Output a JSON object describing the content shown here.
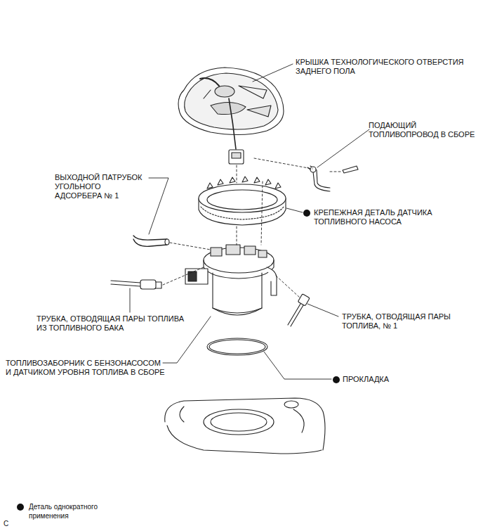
{
  "diagram": {
    "labels": [
      "КРЫШКА ТЕХНОЛОГИЧЕСКОГО ОТВЕРСТИЯ ЗАДНЕГО ПОЛА",
      "ПОДАЮЩИЙ ТОПЛИВОПРОВОД В СБОРЕ",
      "ВЫХОДНОЙ ПАТРУБОК УГОЛЬНОГО АДСОРБЕРА № 1",
      "КРЕПЕЖНАЯ ДЕТАЛЬ ДАТЧИКА ТОПЛИВНОГО НАСОСА",
      "ТРУБКА, ОТВОДЯЩАЯ ПАРЫ ТОПЛИВА ИЗ ТОПЛИВНОГО БАКА",
      "ТРУБКА, ОТВОДЯЩАЯ ПАРЫ ТОПЛИВА, № 1",
      "ТОПЛИВОЗАБОРНИК С БЕНЗОНАСОСОМ И ДАТЧИКОМ УРОВНЯ ТОПЛИВА В СБОРЕ",
      "ПРОКЛАДКА",
      "C"
    ],
    "legend": [
      {
        "text": "Деталь однократного применения"
      }
    ]
  }
}
